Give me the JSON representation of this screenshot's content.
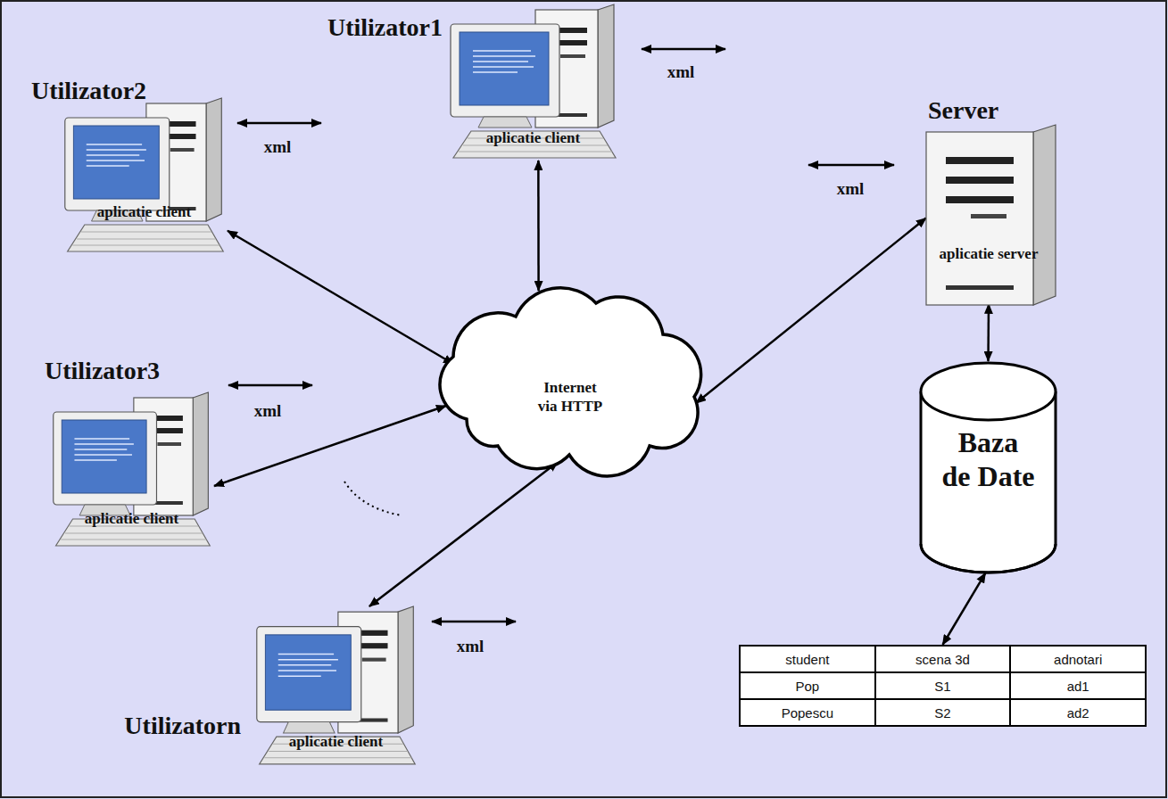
{
  "diagram": {
    "nodes": [
      {
        "text": [
          "Utilizator1",
          "aplicatie client"
        ]
      },
      {
        "text": [
          "Utilizator2",
          "aplicatie client"
        ]
      },
      {
        "text": [
          "Server",
          "aplicatie server"
        ]
      },
      {
        "text": [
          "Internet via HTTP"
        ]
      },
      {
        "text": [
          "Utilizator3",
          "aplicatie client"
        ]
      },
      {
        "text": [
          "Baza de Date"
        ]
      },
      {
        "text": [
          "Utilizatorn",
          "aplicatie client"
        ]
      },
      {
        "text": [
          "student",
          "scena 3d",
          "adnotari",
          "Pop",
          "S1",
          "ad1",
          "Popescu",
          "S2",
          "ad2"
        ]
      }
    ],
    "edges": [
      {
        "from": 0,
        "to": 3,
        "arrow": "both"
      },
      {
        "from": 1,
        "to": 3,
        "arrow": "both"
      },
      {
        "from": 3,
        "to": 2,
        "arrow": "both"
      },
      {
        "from": 4,
        "to": 3,
        "arrow": "both"
      },
      {
        "from": 2,
        "to": 5,
        "arrow": "both"
      },
      {
        "from": 6,
        "to": 3,
        "arrow": "both"
      },
      {
        "from": 5,
        "to": 7,
        "arrow": "both"
      }
    ],
    "labels": [
      "xml",
      "xml",
      "xml",
      "xml",
      "xml"
    ]
  }
}
